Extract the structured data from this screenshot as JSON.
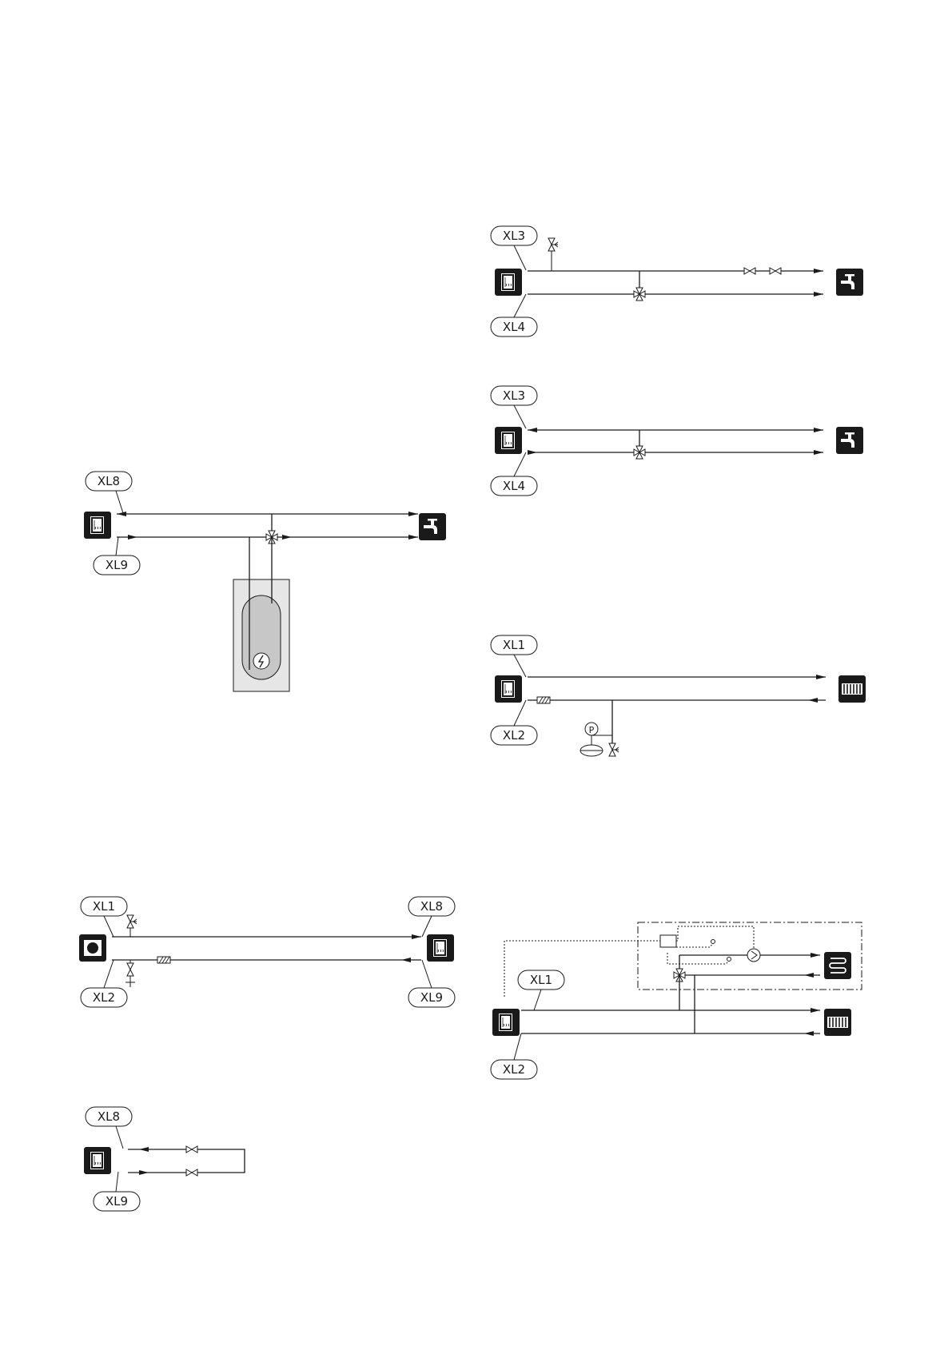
{
  "diagrams": {
    "hot_water_1": {
      "label_top": "XL3",
      "label_bottom": "XL4"
    },
    "hot_water_2": {
      "label_top": "XL3",
      "label_bottom": "XL4"
    },
    "water_heater": {
      "label_top": "XL8",
      "label_bottom": "XL9"
    },
    "heating": {
      "label_top": "XL1",
      "label_bottom": "XL2"
    },
    "docking": {
      "label_left_top": "XL1",
      "label_left_bottom": "XL2",
      "label_right_top": "XL8",
      "label_right_bottom": "XL9"
    },
    "extra_climate": {
      "label_top": "XL1",
      "label_bottom": "XL2"
    },
    "loop": {
      "label_top": "XL8",
      "label_bottom": "XL9"
    }
  },
  "icons": {
    "indoor_unit": "indoor-unit-icon",
    "outdoor_unit": "outdoor-unit-icon",
    "tap": "tap-water-icon",
    "radiator": "radiator-icon",
    "floor_heating": "floor-heating-icon",
    "pump": "pump-icon",
    "pressure_gauge": "pressure-gauge-icon",
    "expansion_vessel": "expansion-vessel-icon",
    "filter": "particle-filter-icon",
    "shunt_valve": "three-way-valve-icon",
    "shut_off_valve": "shut-off-valve-icon",
    "safety_valve": "safety-valve-icon",
    "electric_heater": "electric-heater-icon"
  },
  "pressure_gauge_symbol": "P",
  "colors": {
    "ink": "#1a1a1a",
    "tank_fill": "#e6e6e6",
    "tank_inner": "#c7c7c7",
    "background": "#ffffff"
  }
}
